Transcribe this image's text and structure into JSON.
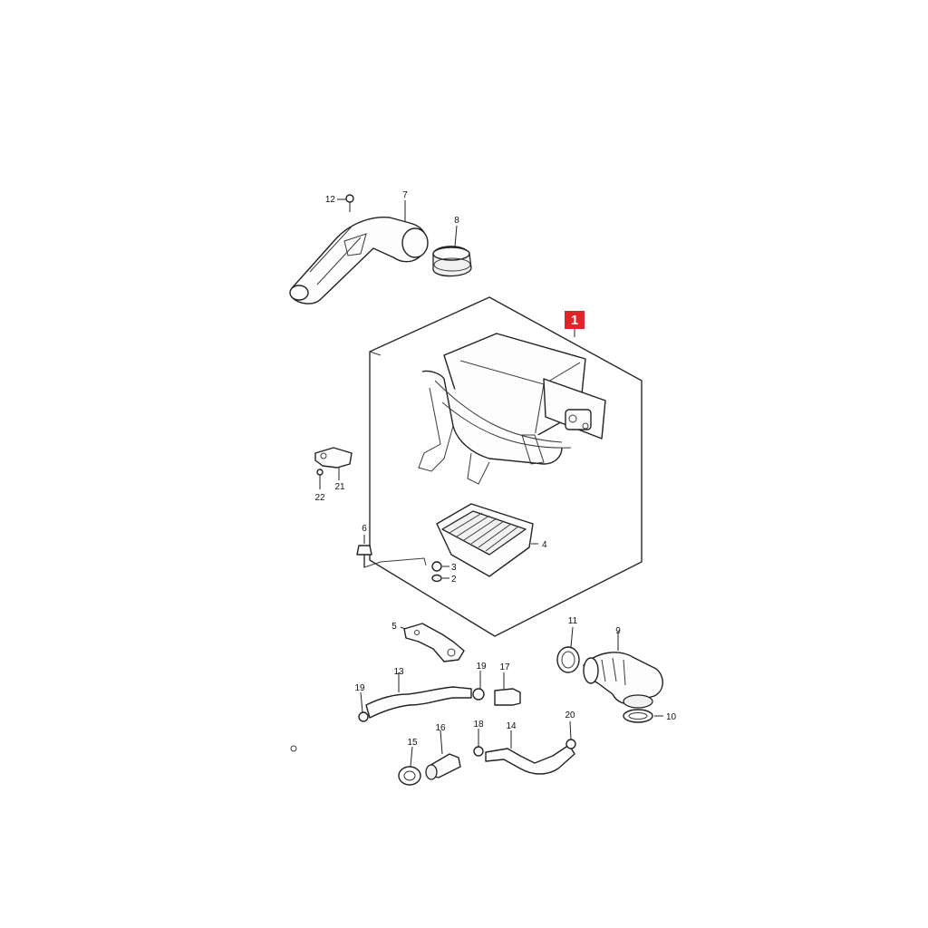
{
  "callouts": {
    "p1": "1",
    "p2": "2",
    "p3": "3",
    "p4": "4",
    "p5": "5",
    "p6": "6",
    "p7": "7",
    "p8": "8",
    "p9": "9",
    "p10": "10",
    "p11": "11",
    "p12": "12",
    "p13": "13",
    "p14": "14",
    "p15": "15",
    "p16": "16",
    "p17": "17",
    "p18": "18",
    "p19a": "19",
    "p19b": "19",
    "p20": "20",
    "p21": "21",
    "p22": "22"
  },
  "colors": {
    "badge": "#e0242c",
    "ink": "#222222",
    "background": "#ffffff"
  }
}
